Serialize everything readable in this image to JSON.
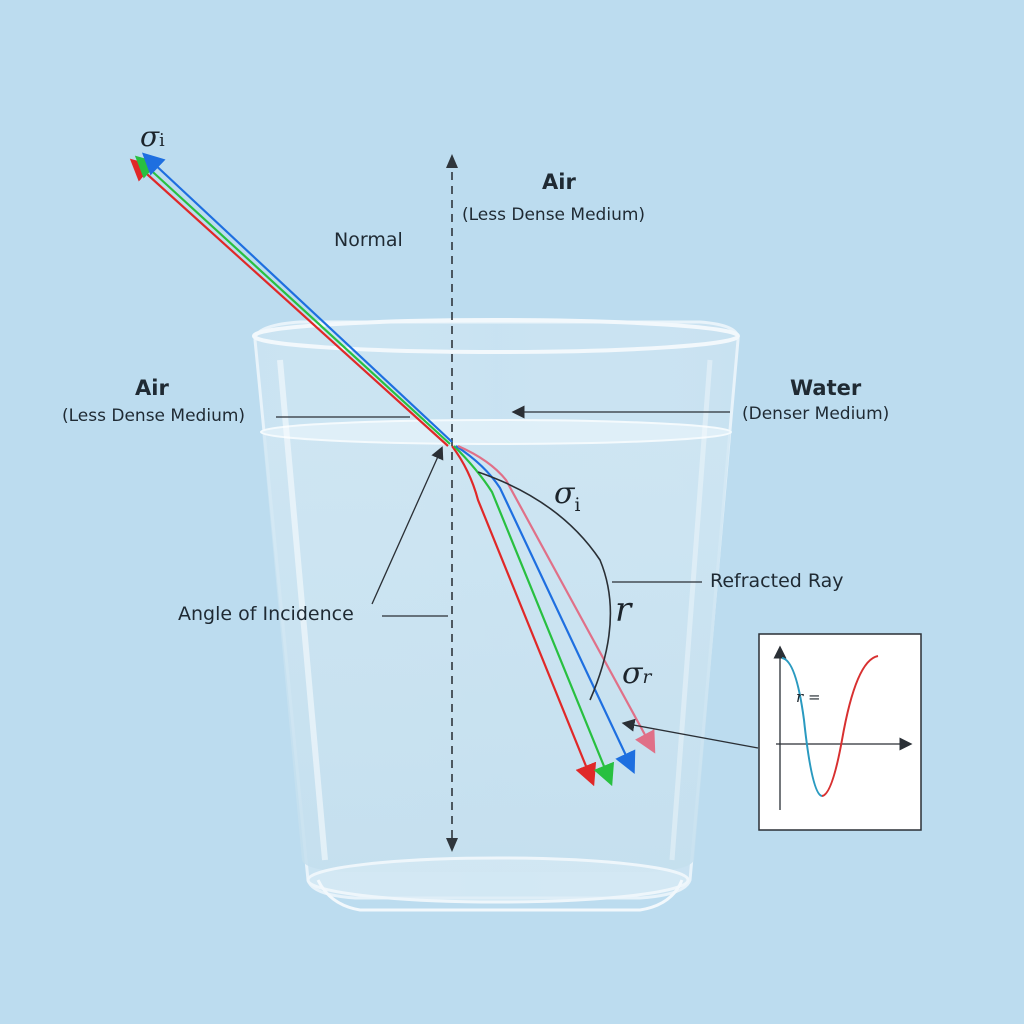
{
  "labels": {
    "air_top_title": "Air",
    "air_top_sub": "(Less Dense Medium)",
    "normal": "Normal",
    "air_left_title": "Air",
    "air_left_sub": "(Less Dense Medium)",
    "water_title": "Water",
    "water_sub": "(Denser Medium)",
    "refracted_ray": "Refracted Ray",
    "angle_of_incidence": "Angle of Incidence"
  },
  "symbols": {
    "theta_i_top": {
      "main": "σ",
      "sub": "i"
    },
    "theta_i_water": {
      "main": "σ",
      "sub": "i"
    },
    "r": "r",
    "theta_r": {
      "main": "σ",
      "sub": "r"
    },
    "inset_eq": "r ="
  },
  "colors": {
    "background": "#bcdcef",
    "ray_red": "#e02828",
    "ray_green": "#28c040",
    "ray_blue": "#1e6fe0",
    "ray_pink": "#e07088",
    "curve_teal": "#2a9ac0",
    "curve_red": "#d83030"
  }
}
